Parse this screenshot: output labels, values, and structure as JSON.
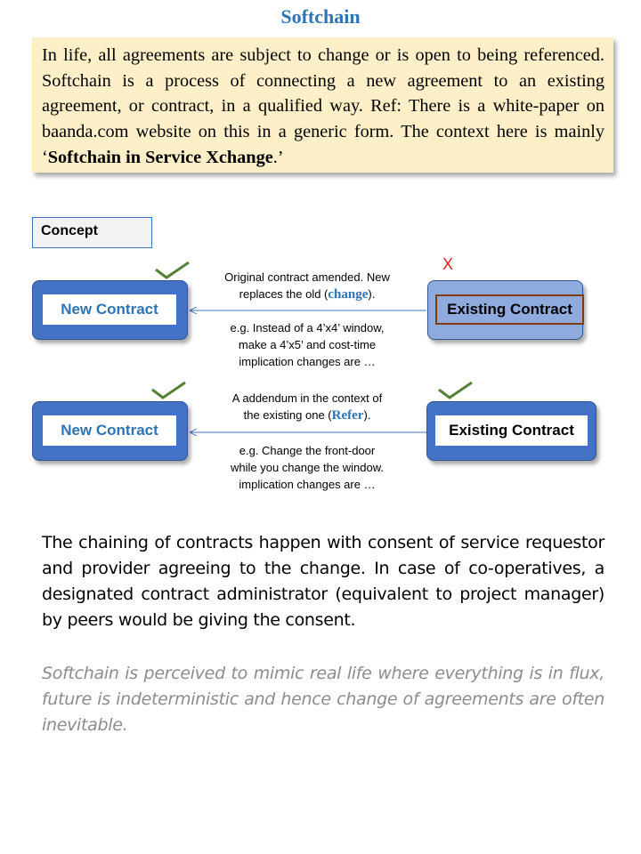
{
  "title": "Softchain",
  "intro": {
    "text_before_bold": "In life, all agreements are subject to change or is open to being referenced. Softchain is a process of connecting a new agreement to an existing agreement, or contract, in a qualified way. Ref: There is a white-paper on baanda.com website on this in a generic form. The context here is mainly ‘",
    "bold": "Softchain in Service Xchange",
    "text_after_bold": ".’"
  },
  "concept_label": "Concept",
  "rows": [
    {
      "new_label": "New  Contract",
      "existing_label": "Existing  Contract",
      "mark_new": "check-icon",
      "mark_existing": "x-icon",
      "x_symbol": "X",
      "note_line1": "Original contract amended. New",
      "note_line2_pre": "replaces the old (",
      "note_keyword": "change",
      "note_line2_post": ").",
      "example_line1": "e.g. Instead of a 4’x4’ window,",
      "example_line2": "make a 4’x5’ and cost-time",
      "example_line3": "implication changes are …"
    },
    {
      "new_label": "New  Contract",
      "existing_label": "Existing  Contract",
      "mark_new": "check-icon",
      "mark_existing": "check-icon",
      "note_line1": "A addendum  in the context of",
      "note_line2_pre": "the existing one (",
      "note_keyword": "Refer",
      "note_line2_post": ").",
      "example_line1": "e.g. Change the front-door",
      "example_line2": "while you change the window.",
      "example_line3": "implication changes are …"
    }
  ],
  "paragraph1": "The chaining of contracts happen with consent of service requestor and provider agreeing to the change. In case of co-operatives, a designated contract administrator (equivalent to project manager) by peers would be giving the consent.",
  "paragraph2": "Softchain is perceived to mimic real life where everything is in flux, future is indeterministic and hence change of agreements are often inevitable.",
  "colors": {
    "title": "#2e74b5",
    "intro_background": "#fdefc8",
    "box_fill": "#4472c4",
    "old_box_fill": "#8faadc",
    "check": "#548235",
    "x": "#e02020",
    "keyword": "#2e74b5",
    "italic_text": "#8c8c8c"
  }
}
